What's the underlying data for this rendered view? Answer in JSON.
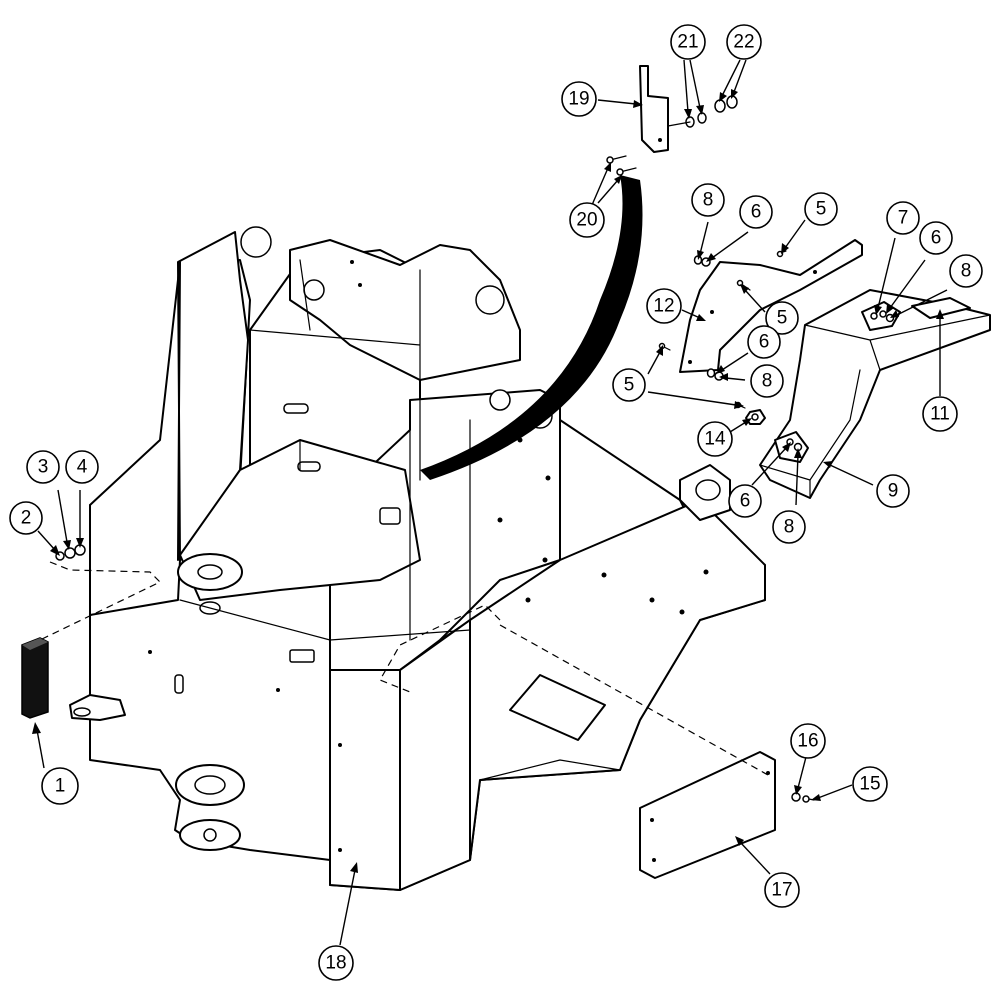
{
  "callouts": [
    {
      "id": "c1",
      "label": "1"
    },
    {
      "id": "c2",
      "label": "2"
    },
    {
      "id": "c3",
      "label": "3"
    },
    {
      "id": "c4",
      "label": "4"
    },
    {
      "id": "c5a",
      "label": "5"
    },
    {
      "id": "c5b",
      "label": "5"
    },
    {
      "id": "c5c",
      "label": "5"
    },
    {
      "id": "c6a",
      "label": "6"
    },
    {
      "id": "c6b",
      "label": "6"
    },
    {
      "id": "c6c",
      "label": "6"
    },
    {
      "id": "c6d",
      "label": "6"
    },
    {
      "id": "c7",
      "label": "7"
    },
    {
      "id": "c8a",
      "label": "8"
    },
    {
      "id": "c8b",
      "label": "8"
    },
    {
      "id": "c8c",
      "label": "8"
    },
    {
      "id": "c8d",
      "label": "8"
    },
    {
      "id": "c9",
      "label": "9"
    },
    {
      "id": "c11",
      "label": "11"
    },
    {
      "id": "c12",
      "label": "12"
    },
    {
      "id": "c14",
      "label": "14"
    },
    {
      "id": "c15",
      "label": "15"
    },
    {
      "id": "c16",
      "label": "16"
    },
    {
      "id": "c17",
      "label": "17"
    },
    {
      "id": "c18",
      "label": "18"
    },
    {
      "id": "c19",
      "label": "19"
    },
    {
      "id": "c20",
      "label": "20"
    },
    {
      "id": "c21",
      "label": "21"
    },
    {
      "id": "c22",
      "label": "22"
    }
  ]
}
